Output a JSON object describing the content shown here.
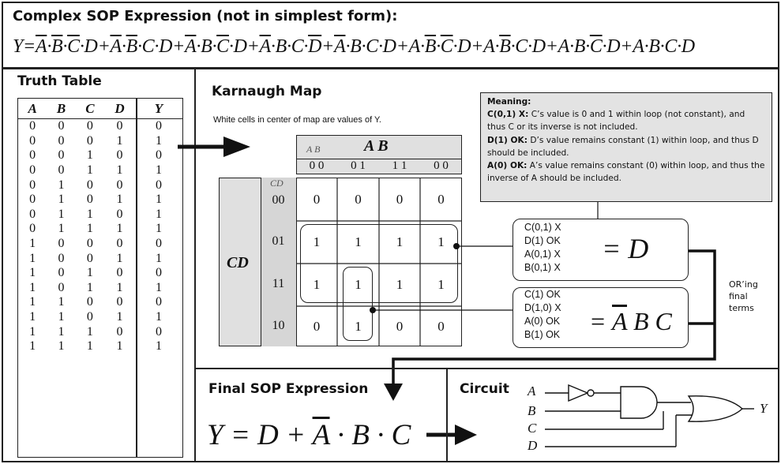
{
  "sop": {
    "title": "Complex SOP Expression (not in simplest form):",
    "lhs": "Y=",
    "terms": [
      [
        {
          "v": "A",
          "n": true
        },
        {
          "v": "B",
          "n": true
        },
        {
          "v": "C",
          "n": true
        },
        {
          "v": "D",
          "n": false
        }
      ],
      [
        {
          "v": "A",
          "n": true
        },
        {
          "v": "B",
          "n": true
        },
        {
          "v": "C",
          "n": false
        },
        {
          "v": "D",
          "n": false
        }
      ],
      [
        {
          "v": "A",
          "n": true
        },
        {
          "v": "B",
          "n": false
        },
        {
          "v": "C",
          "n": true
        },
        {
          "v": "D",
          "n": false
        }
      ],
      [
        {
          "v": "A",
          "n": true
        },
        {
          "v": "B",
          "n": false
        },
        {
          "v": "C",
          "n": false
        },
        {
          "v": "D",
          "n": true
        }
      ],
      [
        {
          "v": "A",
          "n": true
        },
        {
          "v": "B",
          "n": false
        },
        {
          "v": "C",
          "n": false
        },
        {
          "v": "D",
          "n": false
        }
      ],
      [
        {
          "v": "A",
          "n": false
        },
        {
          "v": "B",
          "n": true
        },
        {
          "v": "C",
          "n": true
        },
        {
          "v": "D",
          "n": false
        }
      ],
      [
        {
          "v": "A",
          "n": false
        },
        {
          "v": "B",
          "n": true
        },
        {
          "v": "C",
          "n": false
        },
        {
          "v": "D",
          "n": false
        }
      ],
      [
        {
          "v": "A",
          "n": false
        },
        {
          "v": "B",
          "n": false
        },
        {
          "v": "C",
          "n": true
        },
        {
          "v": "D",
          "n": false
        }
      ],
      [
        {
          "v": "A",
          "n": false
        },
        {
          "v": "B",
          "n": false
        },
        {
          "v": "C",
          "n": false
        },
        {
          "v": "D",
          "n": false
        }
      ]
    ]
  },
  "truth_table": {
    "title": "Truth Table",
    "headers": [
      "A",
      "B",
      "C",
      "D",
      "Y"
    ],
    "rows": [
      [
        "0",
        "0",
        "0",
        "0",
        "0"
      ],
      [
        "0",
        "0",
        "0",
        "1",
        "1"
      ],
      [
        "0",
        "0",
        "1",
        "0",
        "0"
      ],
      [
        "0",
        "0",
        "1",
        "1",
        "1"
      ],
      [
        "0",
        "1",
        "0",
        "0",
        "0"
      ],
      [
        "0",
        "1",
        "0",
        "1",
        "1"
      ],
      [
        "0",
        "1",
        "1",
        "0",
        "1"
      ],
      [
        "0",
        "1",
        "1",
        "1",
        "1"
      ],
      [
        "1",
        "0",
        "0",
        "0",
        "0"
      ],
      [
        "1",
        "0",
        "0",
        "1",
        "1"
      ],
      [
        "1",
        "0",
        "1",
        "0",
        "0"
      ],
      [
        "1",
        "0",
        "1",
        "1",
        "1"
      ],
      [
        "1",
        "1",
        "0",
        "0",
        "0"
      ],
      [
        "1",
        "1",
        "0",
        "1",
        "1"
      ],
      [
        "1",
        "1",
        "1",
        "0",
        "0"
      ],
      [
        "1",
        "1",
        "1",
        "1",
        "1"
      ]
    ]
  },
  "kmap": {
    "title": "Karnaugh Map",
    "note": "White cells in center of map are values of Y.",
    "ab_small": "A B",
    "ab_big": "A B",
    "cd_small": "CD",
    "cd_big": "CD",
    "col_labels": [
      "0 0",
      "0 1",
      "1 1",
      "0 0"
    ],
    "row_labels": [
      "00",
      "01",
      "11",
      "10"
    ],
    "cells": [
      [
        "0",
        "0",
        "0",
        "0"
      ],
      [
        "1",
        "1",
        "1",
        "1"
      ],
      [
        "1",
        "1",
        "1",
        "1"
      ],
      [
        "0",
        "1",
        "0",
        "0"
      ]
    ]
  },
  "meaning": {
    "title": "Meaning:",
    "items": [
      {
        "key": "C(0,1) X:",
        "text": " C’s value is 0 and 1 within loop (not constant), and thus C or its inverse is not included."
      },
      {
        "key": "D(1) OK:",
        "text": " D’s value remains constant (1) within loop, and thus D should be included."
      },
      {
        "key": "A(0) OK:",
        "text": " A’s value remains constant (0) within loop, and thus the inverse of A should be included."
      }
    ]
  },
  "group1": {
    "lines": [
      "C(0,1) X",
      "D(1) OK",
      "A(0,1) X",
      "B(0,1) X"
    ],
    "eq": "= D"
  },
  "group2": {
    "lines": [
      "C(1) OK",
      "D(1,0) X",
      "A(0) OK",
      "B(1) OK"
    ],
    "eq_prefix": "= ",
    "eq_abar": "A",
    "eq_rest": " B C"
  },
  "oring": "OR’ing final terms",
  "final": {
    "title": "Final SOP Expression",
    "p1": "Y = D + ",
    "abar": "A",
    "p2": " · B · C"
  },
  "circuit": {
    "title": "Circuit",
    "inputs": [
      "A",
      "B",
      "C",
      "D"
    ],
    "output": "Y"
  }
}
